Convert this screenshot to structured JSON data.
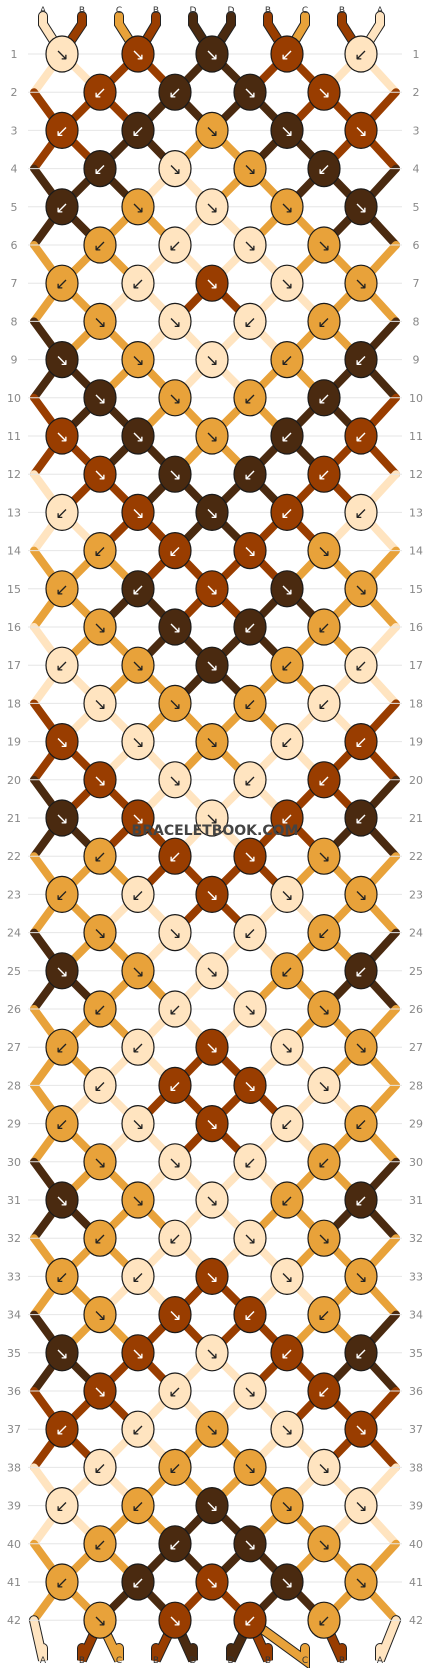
{
  "site": {
    "watermark": "BRACELETBOOK.COM"
  },
  "colors": {
    "A": "#ffe4c0",
    "B": "#993d00",
    "C": "#e8a23a",
    "D": "#4a2a10"
  },
  "top_strands": [
    "A",
    "B",
    "C",
    "B",
    "D",
    "D",
    "B",
    "C",
    "B",
    "A"
  ],
  "bottom_strands": [
    "A",
    "B",
    "C",
    "B",
    "D",
    "D",
    "B",
    "C",
    "B",
    "A"
  ],
  "rows": [
    {
      "label": "1",
      "knots": [
        {
          "c": "A",
          "d": "↘"
        },
        {
          "c": "B",
          "d": "↘"
        },
        {
          "c": "D",
          "d": "↘"
        },
        {
          "c": "B",
          "d": "↙"
        },
        {
          "c": "A",
          "d": "↙"
        }
      ]
    },
    {
      "label": "2",
      "knots": [
        {
          "c": "B",
          "d": "↙"
        },
        {
          "c": "D",
          "d": "↙"
        },
        {
          "c": "D",
          "d": "↘"
        },
        {
          "c": "B",
          "d": "↘"
        }
      ]
    },
    {
      "label": "3",
      "knots": [
        {
          "c": "B",
          "d": "↙"
        },
        {
          "c": "D",
          "d": "↙"
        },
        {
          "c": "C",
          "d": "↘"
        },
        {
          "c": "D",
          "d": "↘"
        },
        {
          "c": "B",
          "d": "↘"
        }
      ]
    },
    {
      "label": "4",
      "knots": [
        {
          "c": "D",
          "d": "↙"
        },
        {
          "c": "A",
          "d": "↘"
        },
        {
          "c": "C",
          "d": "↘"
        },
        {
          "c": "D",
          "d": "↙"
        }
      ]
    },
    {
      "label": "5",
      "knots": [
        {
          "c": "D",
          "d": "↙"
        },
        {
          "c": "C",
          "d": "↘"
        },
        {
          "c": "A",
          "d": "↘"
        },
        {
          "c": "C",
          "d": "↘"
        },
        {
          "c": "D",
          "d": "↘"
        }
      ]
    },
    {
      "label": "6",
      "knots": [
        {
          "c": "C",
          "d": "↙"
        },
        {
          "c": "A",
          "d": "↙"
        },
        {
          "c": "A",
          "d": "↘"
        },
        {
          "c": "C",
          "d": "↘"
        }
      ]
    },
    {
      "label": "7",
      "knots": [
        {
          "c": "C",
          "d": "↙"
        },
        {
          "c": "A",
          "d": "↙"
        },
        {
          "c": "B",
          "d": "↘"
        },
        {
          "c": "A",
          "d": "↘"
        },
        {
          "c": "C",
          "d": "↘"
        }
      ]
    },
    {
      "label": "8",
      "knots": [
        {
          "c": "C",
          "d": "↘"
        },
        {
          "c": "A",
          "d": "↘"
        },
        {
          "c": "A",
          "d": "↙"
        },
        {
          "c": "C",
          "d": "↙"
        }
      ]
    },
    {
      "label": "9",
      "knots": [
        {
          "c": "D",
          "d": "↘"
        },
        {
          "c": "C",
          "d": "↘"
        },
        {
          "c": "A",
          "d": "↘"
        },
        {
          "c": "C",
          "d": "↙"
        },
        {
          "c": "D",
          "d": "↙"
        }
      ]
    },
    {
      "label": "10",
      "knots": [
        {
          "c": "D",
          "d": "↘"
        },
        {
          "c": "C",
          "d": "↘"
        },
        {
          "c": "C",
          "d": "↙"
        },
        {
          "c": "D",
          "d": "↙"
        }
      ]
    },
    {
      "label": "11",
      "knots": [
        {
          "c": "B",
          "d": "↘"
        },
        {
          "c": "D",
          "d": "↘"
        },
        {
          "c": "C",
          "d": "↘"
        },
        {
          "c": "D",
          "d": "↙"
        },
        {
          "c": "B",
          "d": "↙"
        }
      ]
    },
    {
      "label": "12",
      "knots": [
        {
          "c": "B",
          "d": "↘"
        },
        {
          "c": "D",
          "d": "↘"
        },
        {
          "c": "D",
          "d": "↙"
        },
        {
          "c": "B",
          "d": "↙"
        }
      ]
    },
    {
      "label": "13",
      "knots": [
        {
          "c": "A",
          "d": "↙"
        },
        {
          "c": "B",
          "d": "↘"
        },
        {
          "c": "D",
          "d": "↘"
        },
        {
          "c": "B",
          "d": "↙"
        },
        {
          "c": "A",
          "d": "↙"
        }
      ]
    },
    {
      "label": "14",
      "knots": [
        {
          "c": "C",
          "d": "↙"
        },
        {
          "c": "B",
          "d": "↙"
        },
        {
          "c": "B",
          "d": "↘"
        },
        {
          "c": "C",
          "d": "↘"
        }
      ]
    },
    {
      "label": "15",
      "knots": [
        {
          "c": "C",
          "d": "↙"
        },
        {
          "c": "D",
          "d": "↙"
        },
        {
          "c": "B",
          "d": "↘"
        },
        {
          "c": "D",
          "d": "↘"
        },
        {
          "c": "C",
          "d": "↘"
        }
      ]
    },
    {
      "label": "16",
      "knots": [
        {
          "c": "C",
          "d": "↘"
        },
        {
          "c": "D",
          "d": "↘"
        },
        {
          "c": "D",
          "d": "↙"
        },
        {
          "c": "C",
          "d": "↙"
        }
      ]
    },
    {
      "label": "17",
      "knots": [
        {
          "c": "A",
          "d": "↙"
        },
        {
          "c": "C",
          "d": "↘"
        },
        {
          "c": "D",
          "d": "↘"
        },
        {
          "c": "C",
          "d": "↙"
        },
        {
          "c": "A",
          "d": "↙"
        }
      ]
    },
    {
      "label": "18",
      "knots": [
        {
          "c": "A",
          "d": "↘"
        },
        {
          "c": "C",
          "d": "↘"
        },
        {
          "c": "C",
          "d": "↙"
        },
        {
          "c": "A",
          "d": "↙"
        }
      ]
    },
    {
      "label": "19",
      "knots": [
        {
          "c": "B",
          "d": "↘"
        },
        {
          "c": "A",
          "d": "↘"
        },
        {
          "c": "C",
          "d": "↘"
        },
        {
          "c": "A",
          "d": "↙"
        },
        {
          "c": "B",
          "d": "↙"
        }
      ]
    },
    {
      "label": "20",
      "knots": [
        {
          "c": "B",
          "d": "↘"
        },
        {
          "c": "A",
          "d": "↘"
        },
        {
          "c": "A",
          "d": "↙"
        },
        {
          "c": "B",
          "d": "↙"
        }
      ]
    },
    {
      "label": "21",
      "knots": [
        {
          "c": "D",
          "d": "↘"
        },
        {
          "c": "B",
          "d": "↘"
        },
        {
          "c": "A",
          "d": "↘"
        },
        {
          "c": "B",
          "d": "↙"
        },
        {
          "c": "D",
          "d": "↙"
        }
      ]
    },
    {
      "label": "22",
      "knots": [
        {
          "c": "C",
          "d": "↙"
        },
        {
          "c": "B",
          "d": "↙"
        },
        {
          "c": "B",
          "d": "↘"
        },
        {
          "c": "C",
          "d": "↘"
        }
      ]
    },
    {
      "label": "23",
      "knots": [
        {
          "c": "C",
          "d": "↙"
        },
        {
          "c": "A",
          "d": "↙"
        },
        {
          "c": "B",
          "d": "↘"
        },
        {
          "c": "A",
          "d": "↘"
        },
        {
          "c": "C",
          "d": "↘"
        }
      ]
    },
    {
      "label": "24",
      "knots": [
        {
          "c": "C",
          "d": "↘"
        },
        {
          "c": "A",
          "d": "↘"
        },
        {
          "c": "A",
          "d": "↙"
        },
        {
          "c": "C",
          "d": "↙"
        }
      ]
    },
    {
      "label": "25",
      "knots": [
        {
          "c": "D",
          "d": "↘"
        },
        {
          "c": "C",
          "d": "↘"
        },
        {
          "c": "A",
          "d": "↘"
        },
        {
          "c": "C",
          "d": "↙"
        },
        {
          "c": "D",
          "d": "↙"
        }
      ]
    },
    {
      "label": "26",
      "knots": [
        {
          "c": "C",
          "d": "↙"
        },
        {
          "c": "A",
          "d": "↙"
        },
        {
          "c": "A",
          "d": "↘"
        },
        {
          "c": "C",
          "d": "↘"
        }
      ]
    },
    {
      "label": "27",
      "knots": [
        {
          "c": "C",
          "d": "↙"
        },
        {
          "c": "A",
          "d": "↙"
        },
        {
          "c": "B",
          "d": "↘"
        },
        {
          "c": "A",
          "d": "↘"
        },
        {
          "c": "C",
          "d": "↘"
        }
      ]
    },
    {
      "label": "28",
      "knots": [
        {
          "c": "A",
          "d": "↙"
        },
        {
          "c": "B",
          "d": "↙"
        },
        {
          "c": "B",
          "d": "↘"
        },
        {
          "c": "A",
          "d": "↘"
        }
      ]
    },
    {
      "label": "29",
      "knots": [
        {
          "c": "C",
          "d": "↙"
        },
        {
          "c": "A",
          "d": "↘"
        },
        {
          "c": "B",
          "d": "↘"
        },
        {
          "c": "A",
          "d": "↙"
        },
        {
          "c": "C",
          "d": "↙"
        }
      ]
    },
    {
      "label": "30",
      "knots": [
        {
          "c": "C",
          "d": "↘"
        },
        {
          "c": "A",
          "d": "↘"
        },
        {
          "c": "A",
          "d": "↙"
        },
        {
          "c": "C",
          "d": "↙"
        }
      ]
    },
    {
      "label": "31",
      "knots": [
        {
          "c": "D",
          "d": "↘"
        },
        {
          "c": "C",
          "d": "↘"
        },
        {
          "c": "A",
          "d": "↘"
        },
        {
          "c": "C",
          "d": "↙"
        },
        {
          "c": "D",
          "d": "↙"
        }
      ]
    },
    {
      "label": "32",
      "knots": [
        {
          "c": "C",
          "d": "↙"
        },
        {
          "c": "A",
          "d": "↙"
        },
        {
          "c": "A",
          "d": "↘"
        },
        {
          "c": "C",
          "d": "↘"
        }
      ]
    },
    {
      "label": "33",
      "knots": [
        {
          "c": "C",
          "d": "↙"
        },
        {
          "c": "A",
          "d": "↙"
        },
        {
          "c": "B",
          "d": "↘"
        },
        {
          "c": "A",
          "d": "↘"
        },
        {
          "c": "C",
          "d": "↘"
        }
      ]
    },
    {
      "label": "34",
      "knots": [
        {
          "c": "C",
          "d": "↘"
        },
        {
          "c": "B",
          "d": "↘"
        },
        {
          "c": "B",
          "d": "↙"
        },
        {
          "c": "C",
          "d": "↙"
        }
      ]
    },
    {
      "label": "35",
      "knots": [
        {
          "c": "D",
          "d": "↘"
        },
        {
          "c": "B",
          "d": "↘"
        },
        {
          "c": "A",
          "d": "↘"
        },
        {
          "c": "B",
          "d": "↙"
        },
        {
          "c": "D",
          "d": "↙"
        }
      ]
    },
    {
      "label": "36",
      "knots": [
        {
          "c": "B",
          "d": "↘"
        },
        {
          "c": "A",
          "d": "↙"
        },
        {
          "c": "A",
          "d": "↘"
        },
        {
          "c": "B",
          "d": "↙"
        }
      ]
    },
    {
      "label": "37",
      "knots": [
        {
          "c": "B",
          "d": "↙"
        },
        {
          "c": "A",
          "d": "↙"
        },
        {
          "c": "C",
          "d": "↘"
        },
        {
          "c": "A",
          "d": "↘"
        },
        {
          "c": "B",
          "d": "↘"
        }
      ]
    },
    {
      "label": "38",
      "knots": [
        {
          "c": "A",
          "d": "↙"
        },
        {
          "c": "C",
          "d": "↙"
        },
        {
          "c": "C",
          "d": "↘"
        },
        {
          "c": "A",
          "d": "↘"
        }
      ]
    },
    {
      "label": "39",
      "knots": [
        {
          "c": "A",
          "d": "↙"
        },
        {
          "c": "C",
          "d": "↙"
        },
        {
          "c": "D",
          "d": "↘"
        },
        {
          "c": "C",
          "d": "↘"
        },
        {
          "c": "A",
          "d": "↘"
        }
      ]
    },
    {
      "label": "40",
      "knots": [
        {
          "c": "C",
          "d": "↙"
        },
        {
          "c": "D",
          "d": "↙"
        },
        {
          "c": "D",
          "d": "↘"
        },
        {
          "c": "C",
          "d": "↘"
        }
      ]
    },
    {
      "label": "41",
      "knots": [
        {
          "c": "C",
          "d": "↙"
        },
        {
          "c": "D",
          "d": "↙"
        },
        {
          "c": "B",
          "d": "↘"
        },
        {
          "c": "D",
          "d": "↘"
        },
        {
          "c": "C",
          "d": "↘"
        }
      ]
    },
    {
      "label": "42",
      "knots": [
        {
          "c": "C",
          "d": "↘"
        },
        {
          "c": "B",
          "d": "↘"
        },
        {
          "c": "B",
          "d": "↙"
        },
        {
          "c": "C",
          "d": "↙"
        }
      ]
    }
  ]
}
